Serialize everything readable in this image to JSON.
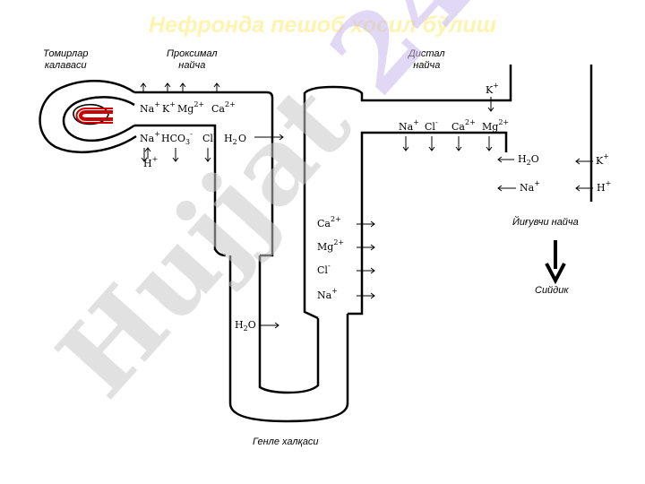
{
  "title": "Нефронда пешоб хосил бўлиш",
  "labels": {
    "glomerulus": [
      "Томирлар",
      "калаваси"
    ],
    "proximal": [
      "Проксимал",
      "найча"
    ],
    "distal": [
      "Дистал",
      "найча"
    ],
    "collecting": "Йиғувчи найча",
    "urine": "Сийдик",
    "loop": "Генле халқаси"
  },
  "ions": {
    "proximal_top": [
      {
        "base": "Na",
        "sup": "+",
        "sub": ""
      },
      {
        "base": "K",
        "sup": "+",
        "sub": ""
      },
      {
        "base": "Mg",
        "sup": "2+",
        "sub": ""
      },
      {
        "base": "Ca",
        "sup": "2+",
        "sub": ""
      }
    ],
    "proximal_bottom": [
      {
        "base": "Na",
        "sup": "+",
        "sub": ""
      },
      {
        "base": "HCO",
        "sup": "-",
        "sub": "3"
      },
      {
        "base": "Cl",
        "sup": "-",
        "sub": ""
      },
      {
        "base": "H",
        "sup": "",
        "sub": "2"
      }
    ],
    "proximal_h": {
      "base": "H",
      "sup": "+",
      "sub": ""
    },
    "proximal_h2o_tail": "O",
    "loop_ascending": [
      {
        "base": "Ca",
        "sup": "2+",
        "sub": ""
      },
      {
        "base": "Mg",
        "sup": "2+",
        "sub": ""
      },
      {
        "base": "Cl",
        "sup": "-",
        "sub": ""
      },
      {
        "base": "Na",
        "sup": "+",
        "sub": ""
      }
    ],
    "loop_water": {
      "base": "H",
      "sup": "",
      "sub": "2",
      "tail": "O"
    },
    "distal_k": {
      "base": "K",
      "sup": "+",
      "sub": ""
    },
    "distal_row": [
      {
        "base": "Na",
        "sup": "+",
        "sub": ""
      },
      {
        "base": "Cl",
        "sup": "-",
        "sub": ""
      },
      {
        "base": "Ca",
        "sup": "2+",
        "sub": ""
      },
      {
        "base": "Mg",
        "sup": "2+",
        "sub": ""
      }
    ],
    "distal_water": {
      "base": "H",
      "sup": "",
      "sub": "2",
      "tail": "O"
    },
    "distal_na": {
      "base": "Na",
      "sup": "+",
      "sub": ""
    },
    "collecting_k": {
      "base": "K",
      "sup": "+",
      "sub": ""
    },
    "collecting_h": {
      "base": "H",
      "sup": "+",
      "sub": ""
    }
  },
  "watermark": {
    "text": "Hujjat 24",
    "colors": [
      "#c8c8c8",
      "#c9b8ee"
    ]
  }
}
